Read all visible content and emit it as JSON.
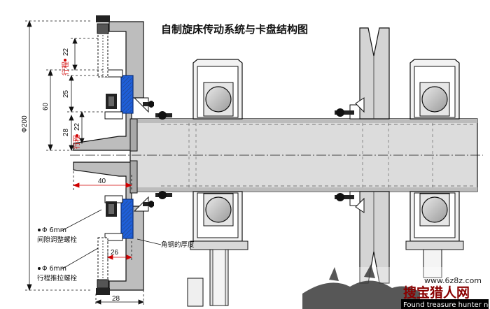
{
  "title": "自制旋床传动系统与卡盘结构图",
  "dimensions": {
    "phi200": "Φ200",
    "d60": "60",
    "d22_top": "22",
    "d25": "25",
    "d28_left": "28",
    "d22_lower": "22",
    "d40": "40",
    "d26": "26",
    "d28_bottom": "28"
  },
  "labels": {
    "travel_top": "行程",
    "travel_lower": "行程",
    "angle_thickness": "角钢的厚度",
    "bolt1_size": "Φ 6mm",
    "bolt1_name": "间隙调整螺栓",
    "bolt2_size": "Φ 6mm",
    "bolt2_name": "行程推拉螺栓"
  },
  "watermark": {
    "url": "www.6z8z.com",
    "brand": "搜宝猎人网",
    "tagline": "Found treasure hunter net"
  },
  "colors": {
    "line": "#111111",
    "red_dim": "#d00000",
    "blue_part": "#1f5fd8",
    "steel": "#c8c8c8",
    "bearing_ball": "#bdbdbd"
  }
}
